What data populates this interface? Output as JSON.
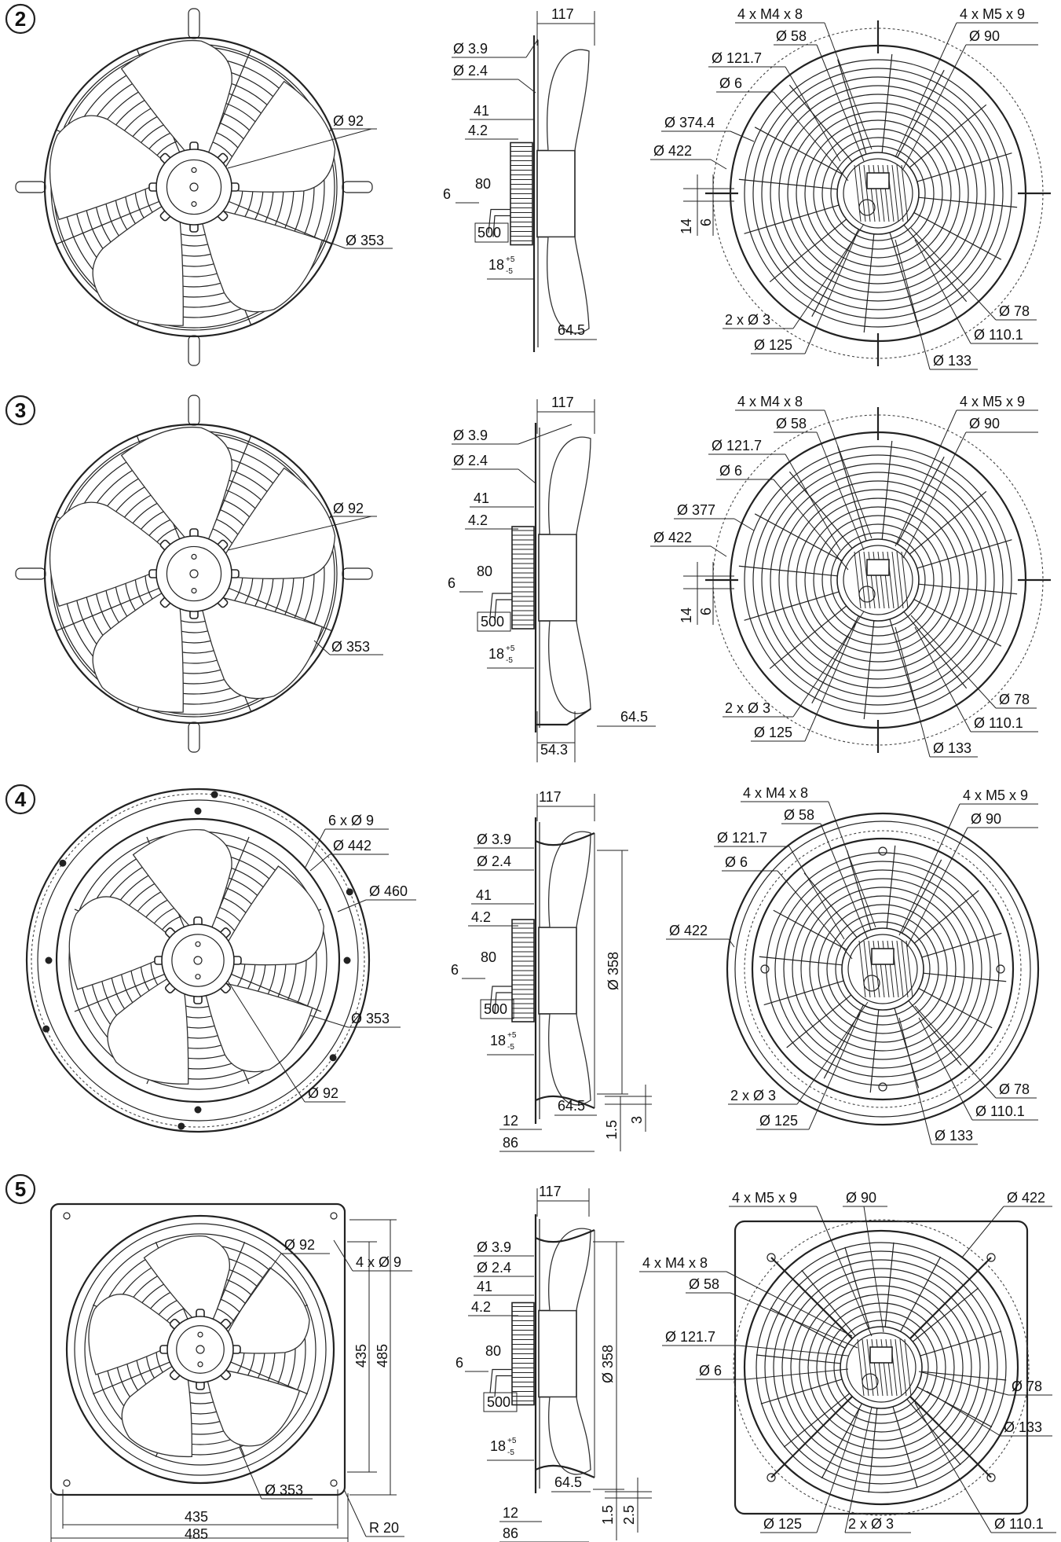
{
  "variants": [
    {
      "id": "2",
      "front_labels": [
        "Ø 92",
        "Ø 353"
      ],
      "side_labels": {
        "width": "117",
        "d1": "Ø 3.9",
        "d2": "Ø 2.4",
        "a": "41",
        "b": "4.2",
        "c": "6",
        "d": "80",
        "cable": "500",
        "tol": "18",
        "tol_sup": "+5",
        "tol_sub": "-5",
        "blade": "64.5"
      },
      "rear_labels": {
        "m4": "4 x M4 x 8",
        "d58": "Ø 58",
        "m5": "4 x M5 x 9",
        "d90": "Ø 90",
        "d1217": "Ø 121.7",
        "d6": "Ø 6",
        "dguard": "Ø 374.4",
        "d422": "Ø 422",
        "v14": "14",
        "v6": "6",
        "holes": "2 x Ø 3",
        "d125": "Ø 125",
        "d78": "Ø 78",
        "d1101": "Ø 110.1",
        "d133": "Ø 133"
      }
    },
    {
      "id": "3",
      "front_labels": [
        "Ø 92",
        "Ø 353"
      ],
      "side_labels": {
        "width": "117",
        "d1": "Ø 3.9",
        "d2": "Ø 2.4",
        "a": "41",
        "b": "4.2",
        "c": "6",
        "d": "80",
        "cable": "500",
        "tol": "18",
        "tol_sup": "+5",
        "tol_sub": "-5",
        "blade": "64.5",
        "base": "54.3"
      },
      "rear_labels": {
        "m4": "4 x M4 x 8",
        "d58": "Ø 58",
        "m5": "4 x M5 x 9",
        "d90": "Ø 90",
        "d1217": "Ø 121.7",
        "d6": "Ø 6",
        "dguard": "Ø 377",
        "d422": "Ø 422",
        "v14": "14",
        "v6": "6",
        "holes": "2 x Ø 3",
        "d125": "Ø 125",
        "d78": "Ø 78",
        "d1101": "Ø 110.1",
        "d133": "Ø 133"
      }
    },
    {
      "id": "4",
      "front_labels": [
        "6 x Ø 9",
        "Ø 442",
        "Ø 460",
        "Ø 353",
        "Ø 92"
      ],
      "side_labels": {
        "width": "117",
        "d1": "Ø 3.9",
        "d2": "Ø 2.4",
        "a": "41",
        "b": "4.2",
        "c": "6",
        "d": "80",
        "cable": "500",
        "tol": "18",
        "tol_sup": "+5",
        "tol_sub": "-5",
        "blade": "64.5",
        "dia": "Ø 358",
        "e": "12",
        "f": "86",
        "g": "1.5",
        "h": "3"
      },
      "rear_labels": {
        "m4": "4 x M4 x 8",
        "d58": "Ø 58",
        "m5": "4 x M5 x 9",
        "d90": "Ø 90",
        "d1217": "Ø 121.7",
        "d6": "Ø 6",
        "d422": "Ø 422",
        "holes": "2 x Ø 3",
        "d125": "Ø 125",
        "d78": "Ø 78",
        "d1101": "Ø 110.1",
        "d133": "Ø 133"
      }
    },
    {
      "id": "5",
      "front_labels": {
        "d92": "Ø 92",
        "holes": "4 x Ø 9",
        "d353": "Ø 353",
        "h435": "435",
        "h485": "485",
        "w435": "435",
        "w485": "485",
        "r": "R 20"
      },
      "side_labels": {
        "width": "117",
        "d1": "Ø 3.9",
        "d2": "Ø 2.4",
        "a": "41",
        "b": "4.2",
        "c": "6",
        "d": "80",
        "cable": "500",
        "tol": "18",
        "tol_sup": "+5",
        "tol_sub": "-5",
        "blade": "64.5",
        "dia": "Ø 358",
        "e": "12",
        "f": "86",
        "g": "1.5",
        "h": "2.5"
      },
      "rear_labels": {
        "m5": "4 x M5 x 9",
        "d90": "Ø 90",
        "d422": "Ø 422",
        "m4": "4 x M4 x 8",
        "d58": "Ø 58",
        "d1217": "Ø 121.7",
        "d6": "Ø 6",
        "d78": "Ø 78",
        "d133": "Ø 133",
        "d125": "Ø 125",
        "holes": "2 x Ø 3",
        "d1101": "Ø 110.1"
      }
    }
  ]
}
